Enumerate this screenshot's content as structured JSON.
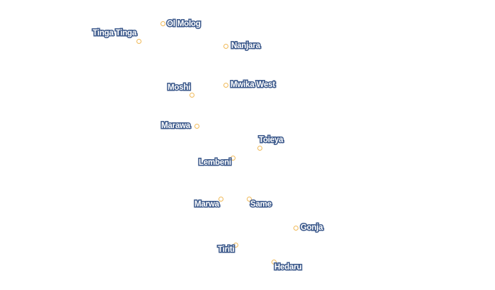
{
  "map": {
    "places": [
      {
        "id": "ol-molog",
        "name": "Ol Molog"
      },
      {
        "id": "tinga-tinga",
        "name": "Tinga Tinga"
      },
      {
        "id": "nanjara",
        "name": "Nanjara"
      },
      {
        "id": "moshi",
        "name": "Moshi"
      },
      {
        "id": "mwika-west",
        "name": "Mwika West"
      },
      {
        "id": "marawa",
        "name": "Marawa"
      },
      {
        "id": "toieya",
        "name": "Toieya"
      },
      {
        "id": "lembeni",
        "name": "Lembeni"
      },
      {
        "id": "marwa",
        "name": "Marwa"
      },
      {
        "id": "same",
        "name": "Same"
      },
      {
        "id": "gonja",
        "name": "Gonja"
      },
      {
        "id": "tiriti",
        "name": "Tiriti"
      },
      {
        "id": "hedaru",
        "name": "Hedaru"
      }
    ],
    "colors": {
      "marker_stroke": "#f0b957",
      "marker_fill": "#ffffff",
      "label_fill": "#ffffff",
      "label_halo": "#3d5a8c"
    }
  }
}
